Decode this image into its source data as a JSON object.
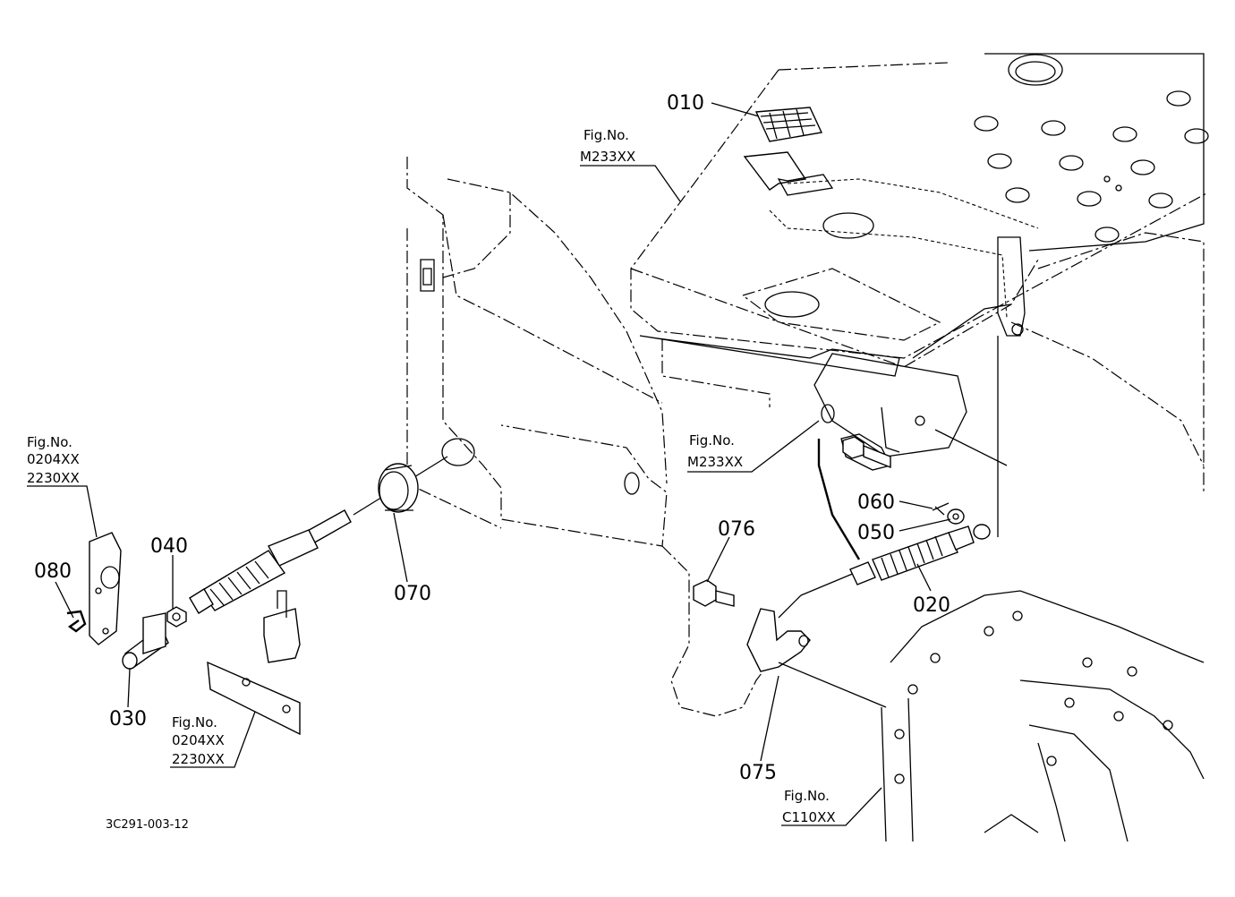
{
  "diagram_code": "3C291-003-12",
  "parts": [
    {
      "id": "p010",
      "label": "010"
    },
    {
      "id": "p020",
      "label": "020"
    },
    {
      "id": "p030",
      "label": "030"
    },
    {
      "id": "p040",
      "label": "040"
    },
    {
      "id": "p050",
      "label": "050"
    },
    {
      "id": "p060",
      "label": "060"
    },
    {
      "id": "p070",
      "label": "070"
    },
    {
      "id": "p075",
      "label": "075"
    },
    {
      "id": "p076",
      "label": "076"
    },
    {
      "id": "p080",
      "label": "080"
    }
  ],
  "figure_refs": [
    {
      "id": "fig-m233-top",
      "title": "Fig.No.",
      "codes": [
        "M233XX"
      ]
    },
    {
      "id": "fig-m233-mid",
      "title": "Fig.No.",
      "codes": [
        "M233XX"
      ]
    },
    {
      "id": "fig-0204-left",
      "title": "Fig.No.",
      "codes": [
        "0204XX",
        "2230XX"
      ]
    },
    {
      "id": "fig-0204-bottom",
      "title": "Fig.No.",
      "codes": [
        "0204XX",
        "2230XX"
      ]
    },
    {
      "id": "fig-c110",
      "title": "Fig.No.",
      "codes": [
        "C110XX"
      ]
    }
  ]
}
